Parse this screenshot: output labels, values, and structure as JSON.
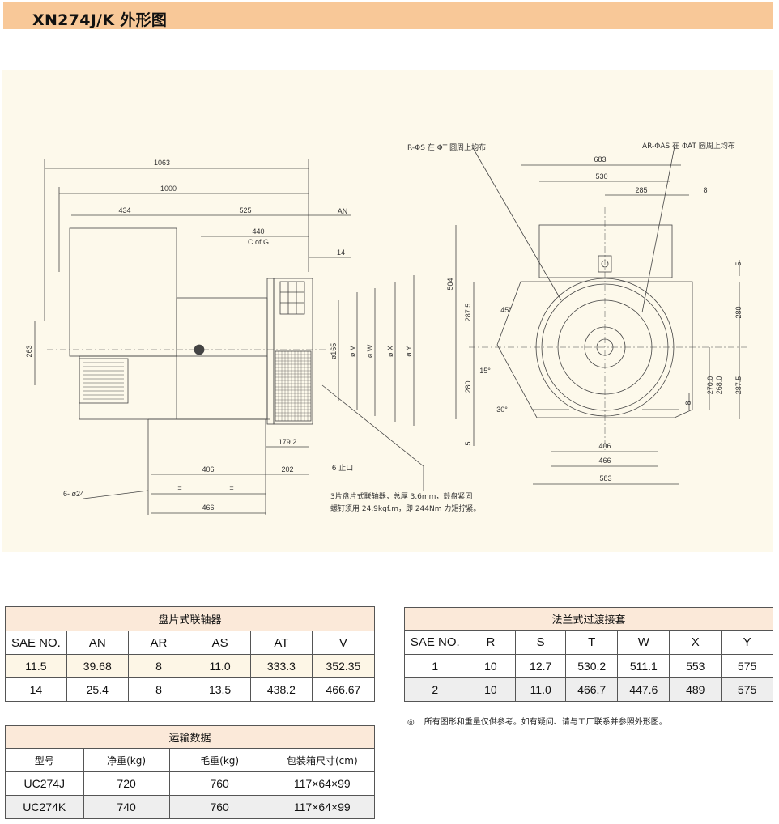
{
  "title": "XN274J/K 外形图",
  "drawing": {
    "dims": [
      "1063",
      "1000",
      "434",
      "525",
      "440",
      "C of G",
      "AN",
      "14",
      "263",
      "ø165",
      "ø V",
      "ø W",
      "ø X",
      "ø Y",
      "179.2",
      "406",
      "202",
      "6 止口",
      "6- ø24",
      "=",
      "=",
      "466"
    ],
    "coupling_note": [
      "3片盘片式联轴器，总厚 3.6mm，毂盘紧固",
      "螺钉须用 24.9kgf.m，即 244Nm 力矩拧紧。"
    ],
    "right_dims": [
      "R-ΦS 在 ΦT 圆周上均布",
      "AR-ΦAS 在 ΦAT 圆周上均布",
      "683",
      "530",
      "285",
      "8",
      "5",
      "504",
      "287.5",
      "45°",
      "280",
      "15°",
      "280",
      "30°",
      "5",
      "270.0",
      "268.0",
      "287.5",
      "8",
      "406",
      "466",
      "583"
    ]
  },
  "table1": {
    "caption": "盘片式联轴器",
    "headers": [
      "SAE NO.",
      "AN",
      "AR",
      "AS",
      "AT",
      "V"
    ],
    "rows": [
      [
        "11.5",
        "39.68",
        "8",
        "11.0",
        "333.3",
        "352.35"
      ],
      [
        "14",
        "25.4",
        "8",
        "13.5",
        "438.2",
        "466.67"
      ]
    ]
  },
  "table2": {
    "caption": "法兰式过渡接套",
    "headers": [
      "SAE NO.",
      "R",
      "S",
      "T",
      "W",
      "X",
      "Y"
    ],
    "rows": [
      [
        "1",
        "10",
        "12.7",
        "530.2",
        "511.1",
        "553",
        "575"
      ],
      [
        "2",
        "10",
        "11.0",
        "466.7",
        "447.6",
        "489",
        "575"
      ]
    ]
  },
  "table3": {
    "caption": "运输数据",
    "headers": [
      "型号",
      "净重(kg)",
      "毛重(kg)",
      "包装箱尺寸(cm)"
    ],
    "rows": [
      [
        "UC274J",
        "720",
        "760",
        "117×64×99"
      ],
      [
        "UC274K",
        "740",
        "760",
        "117×64×99"
      ]
    ]
  },
  "note": {
    "mark": "◎",
    "text": "所有图形和重量仅供参考。如有疑问、请与工厂联系并参照外形图。"
  }
}
